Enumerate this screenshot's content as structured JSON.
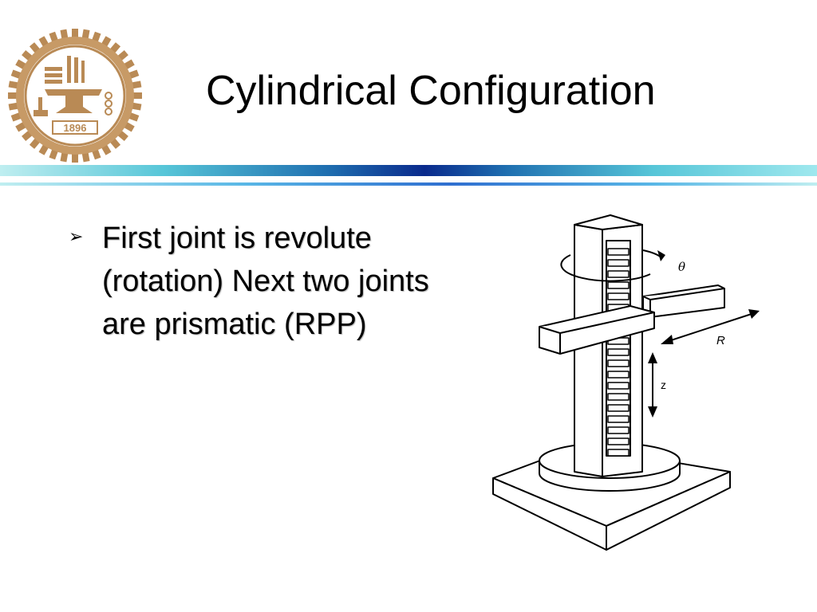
{
  "slide": {
    "title": "Cylindrical Configuration",
    "bullet_text": "First joint is revolute (rotation) Next two joints are prismatic (RPP)"
  },
  "logo": {
    "year": "1896"
  },
  "figure": {
    "theta_label": "θ",
    "r_label": "R",
    "z_label": "z"
  },
  "colors": {
    "band_dark": "#0a2a8c",
    "band_light": "#57c6d8",
    "logo_ring": "#b98a55"
  },
  "icons": {
    "bullet": "arrow-bullet-icon"
  }
}
